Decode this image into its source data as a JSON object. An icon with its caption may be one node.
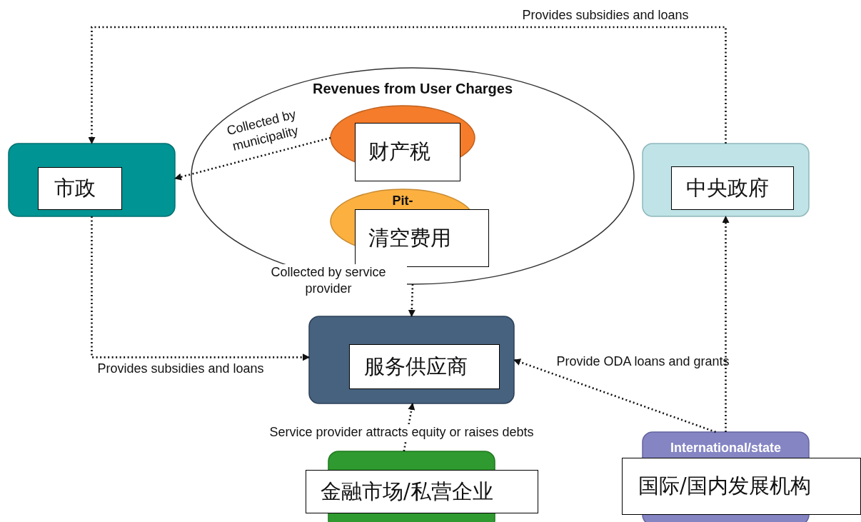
{
  "diagram": {
    "nodes": [
      {
        "text": [
          "Revenues from User Charges"
        ]
      },
      {
        "text": [
          "财产税"
        ],
        "in": 0
      },
      {
        "text": [
          "Pit-",
          "清空费用"
        ],
        "in": 0
      },
      {
        "text": [
          "市政"
        ]
      },
      {
        "text": [
          "中央政府"
        ]
      },
      {
        "text": [
          "服务供应商"
        ]
      },
      {
        "text": [
          "金融市场/私营企业"
        ]
      },
      {
        "text": [
          "International/state",
          "国际/国内发展机构"
        ]
      }
    ],
    "edges": [
      {
        "from": 4,
        "to": 3,
        "arrow": "to",
        "label": "Provides subsidies and loans"
      },
      {
        "from": 1,
        "to": 3,
        "arrow": "to",
        "label": "Collected by municipality"
      },
      {
        "from": 0,
        "to": 5,
        "arrow": "to",
        "label": "Collected by service provider"
      },
      {
        "from": 3,
        "to": 5,
        "arrow": "to",
        "label": "Provides subsidies and loans"
      },
      {
        "from": 6,
        "to": 5,
        "arrow": "to",
        "label": "Service provider attracts equity or raises debts"
      },
      {
        "from": 7,
        "to": 5,
        "arrow": "to",
        "label": "Provide ODA loans and grants"
      },
      {
        "from": 7,
        "to": 4,
        "arrow": "to"
      }
    ]
  }
}
